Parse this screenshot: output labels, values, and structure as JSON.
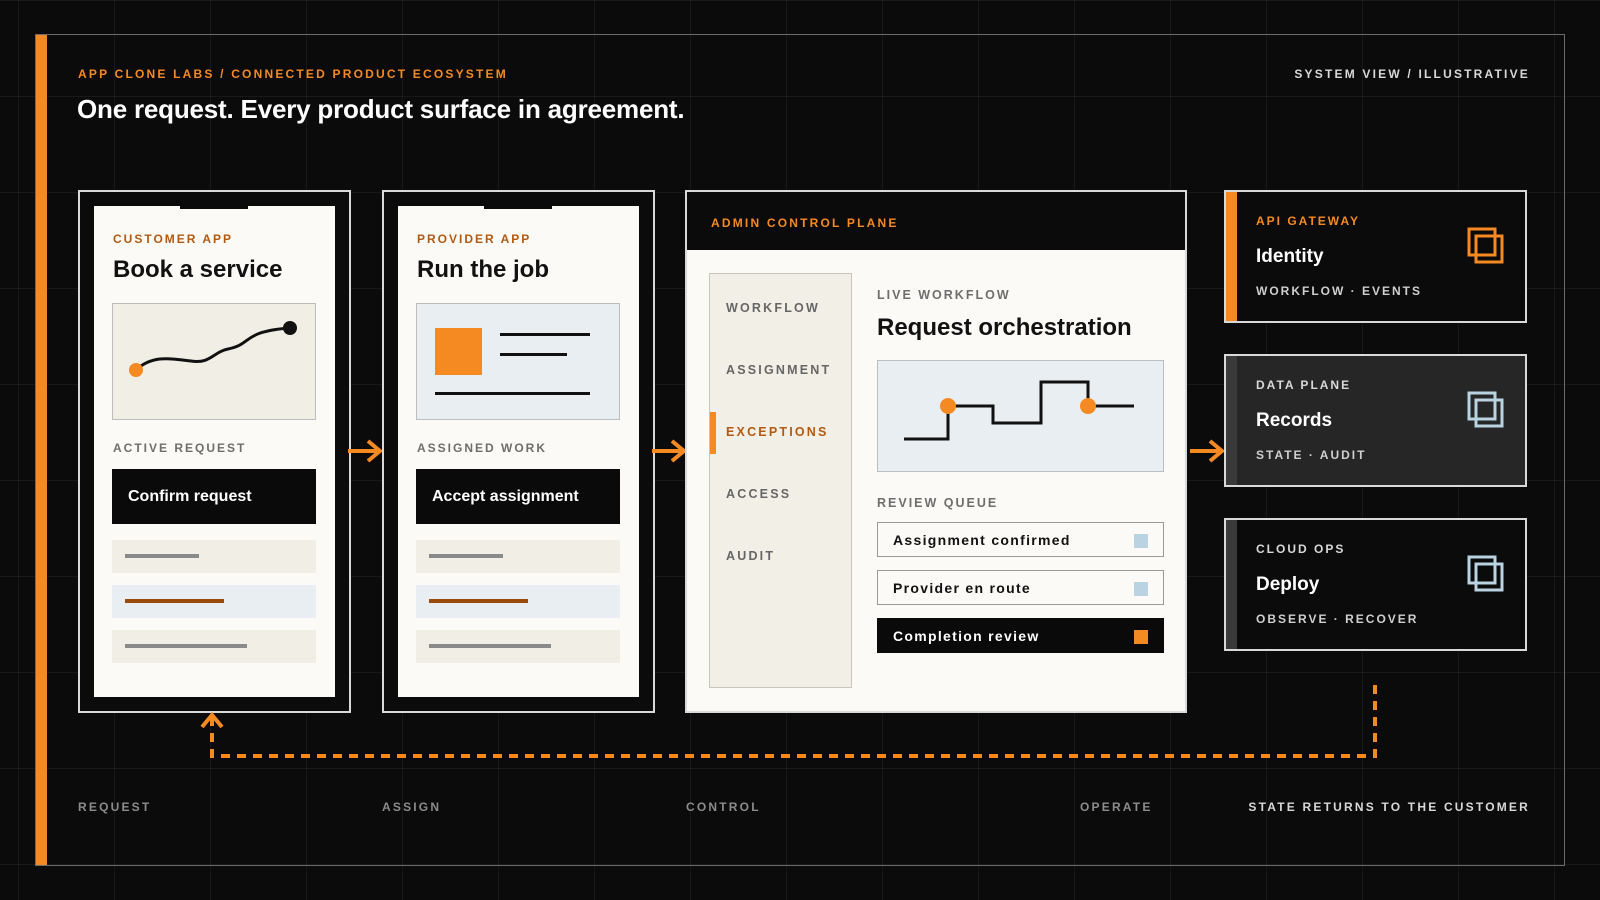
{
  "header": {
    "eyebrow": "APP CLONE LABS / CONNECTED PRODUCT ECOSYSTEM",
    "headline": "One request. Every product surface in agreement.",
    "view_tag": "SYSTEM VIEW / ILLUSTRATIVE"
  },
  "customer_app": {
    "label": "CUSTOMER APP",
    "title": "Book a service",
    "section_label": "ACTIVE REQUEST",
    "button": "Confirm request"
  },
  "provider_app": {
    "label": "PROVIDER APP",
    "title": "Run the job",
    "section_label": "ASSIGNED WORK",
    "button": "Accept assignment"
  },
  "admin": {
    "header": "ADMIN CONTROL PLANE",
    "nav": [
      "WORKFLOW",
      "ASSIGNMENT",
      "EXCEPTIONS",
      "ACCESS",
      "AUDIT"
    ],
    "active_nav": "EXCEPTIONS",
    "live_label": "LIVE WORKFLOW",
    "live_title": "Request orchestration",
    "queue_label": "REVIEW QUEUE",
    "queue": [
      {
        "text": "Assignment confirmed",
        "status_color": "#b9d3e3"
      },
      {
        "text": "Provider en route",
        "status_color": "#b9d3e3"
      },
      {
        "text": "Completion review",
        "status_color": "#f58a22"
      }
    ]
  },
  "services": [
    {
      "label": "API GATEWAY",
      "title": "Identity",
      "sub": "WORKFLOW · EVENTS",
      "icon": "layers-icon"
    },
    {
      "label": "DATA PLANE",
      "title": "Records",
      "sub": "STATE · AUDIT",
      "icon": "layers-icon"
    },
    {
      "label": "CLOUD OPS",
      "title": "Deploy",
      "sub": "OBSERVE · RECOVER",
      "icon": "layers-icon"
    }
  ],
  "stages": {
    "request": "REQUEST",
    "assign": "ASSIGN",
    "control": "CONTROL",
    "operate": "OPERATE",
    "return_note": "STATE RETURNS TO THE CUSTOMER"
  },
  "colors": {
    "accent": "#f58a22",
    "accent_dark": "#b35a10",
    "background": "#0b0b0b",
    "paper": "#fbfaf6",
    "status_blue": "#b9d3e3"
  }
}
